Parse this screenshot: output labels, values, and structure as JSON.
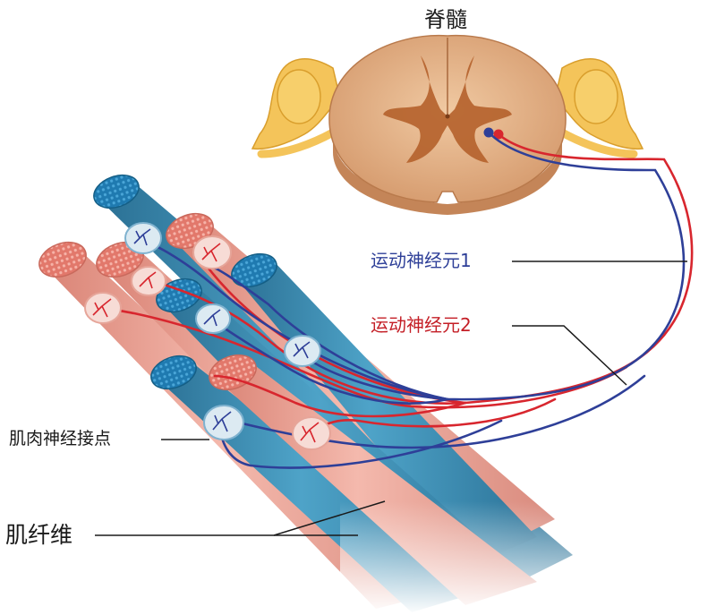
{
  "labels": {
    "spinal_cord": "脊髓",
    "motor_neuron_1": "运动神经元1",
    "motor_neuron_2": "运动神经元2",
    "neuromuscular_junction": "肌肉神经接点",
    "muscle_fiber": "肌纤维"
  },
  "colors": {
    "neuron_1": "#2e3f98",
    "neuron_2": "#d8262e",
    "blue_fiber": "#3f8fb5",
    "pink_fiber": "#e89d93",
    "spinal_cord_tissue": "#e3b48a",
    "gray_matter": "#b0602c",
    "nerve_root": "#f2c04a"
  }
}
